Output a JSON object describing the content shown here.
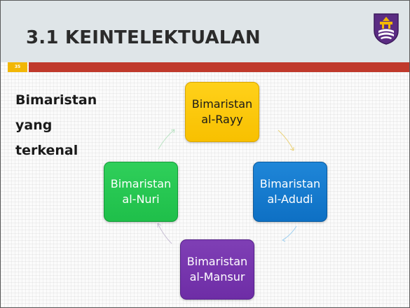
{
  "slide": {
    "title": "3.1 KEINTELEKTUALAN",
    "number": "35",
    "heading_lines": [
      "Bimaristan",
      "yang",
      "terkenal"
    ]
  },
  "cycle": {
    "nodes": [
      {
        "line1": "Bimaristan",
        "line2": "al-Rayy"
      },
      {
        "line1": "Bimaristan",
        "line2": "al-Adudi"
      },
      {
        "line1": "Bimaristan",
        "line2": "al-Mansur"
      },
      {
        "line1": "Bimaristan",
        "line2": "al-Nuri"
      }
    ]
  },
  "colors": {
    "accent_yellow": "#f2b705",
    "accent_red": "#c0392b",
    "node_top": "#ffd11a",
    "node_right": "#1f86d8",
    "node_bottom": "#7f3fb5",
    "node_left": "#2fcf5a"
  },
  "icons": {
    "logo": "university-crest-icon"
  }
}
